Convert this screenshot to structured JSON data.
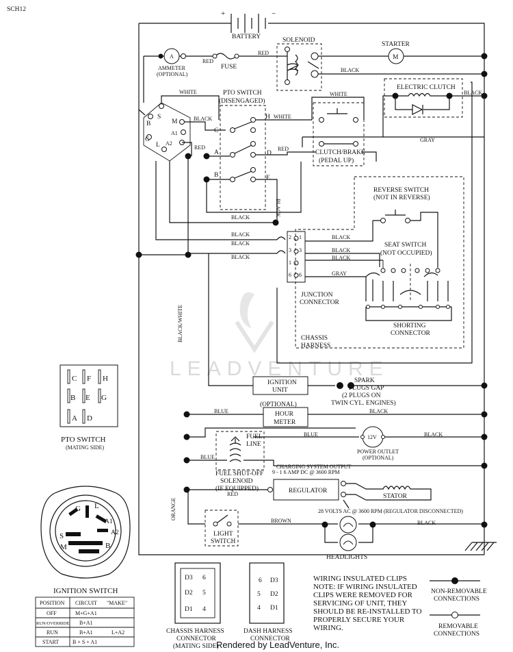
{
  "doc_id": "SCH12",
  "components": {
    "battery": "BATTERY",
    "battery_plus": "+",
    "battery_minus": "−",
    "solenoid": "SOLENOID",
    "starter": "STARTER",
    "starter_symbol": "M",
    "ammeter": "AMMETER",
    "ammeter_optional": "(OPTIONAL)",
    "ammeter_symbol": "A",
    "fuse": "FUSE",
    "electric_clutch": "ELECTRIC CLUTCH",
    "pto_switch": "PTO SWITCH",
    "pto_switch_state": "(DISENGAGED)",
    "clutch_brake": "CLUTCH/BRAKE",
    "clutch_brake_state": "(PEDAL UP)",
    "reverse_switch": "REVERSE SWITCH",
    "reverse_switch_state": "(NOT IN REVERSE)",
    "seat_switch": "SEAT SWITCH",
    "seat_switch_state": "(NOT OCCUPIED)",
    "junction_connector_1": "JUNCTION",
    "junction_connector_2": "CONNECTOR",
    "shorting_connector_1": "SHORTING",
    "shorting_connector_2": "CONNECTOR",
    "chassis_harness_1": "CHASSIS",
    "chassis_harness_2": "HARNESS",
    "ignition_unit_1": "IGNITION",
    "ignition_unit_2": "UNIT",
    "spark_plugs_1": "SPARK",
    "spark_plugs_2": "PLUGS GAP",
    "spark_plugs_3": "(2 PLUGS ON",
    "spark_plugs_4": "TWIN CYL. ENGINES)",
    "hour_meter_optional": "(OPTIONAL)",
    "hour_meter_1": "HOUR",
    "hour_meter_2": "METER",
    "fuel_line_1": "FUEL",
    "fuel_line_2": "LINE",
    "power_outlet_symbol": "12V",
    "power_outlet": "POWER OUTLET",
    "power_outlet_optional": "(OPTIONAL)",
    "fuel_shutoff_1": "FUEL SHUT-OFF",
    "fuel_shutoff_2": "SOLENOID",
    "fuel_shutoff_3": "(IF EQUIPPED)",
    "charging_output_1": "CHARGING SYSTEM OUTPUT",
    "charging_output_2": "9 - 1 6 AMP DC @ 3600 RPM",
    "regulator": "REGULATOR",
    "stator": "STATOR",
    "ac_note": "28 VOLTS AC @ 3600 RPM (REGULATOR DISCONNECTED)",
    "light_switch_1": "LIGHT",
    "light_switch_2": "SWITCH",
    "headlights": "HEADLIGHTS"
  },
  "wire_colors": {
    "red": "RED",
    "black": "BLACK",
    "white": "WHITE",
    "gray": "GRAY",
    "blue": "BLUE",
    "brown": "BROWN",
    "orange": "ORANGE",
    "black_white": "BLACK/WHITE"
  },
  "terminals": {
    "ign_s": "S",
    "ign_b": "B",
    "ign_g": "G",
    "ign_l": "L",
    "ign_m": "M",
    "ign_a1": "A1",
    "ign_a2": "A2",
    "pto_c": "C",
    "pto_h": "H",
    "pto_a": "A",
    "pto_d": "D",
    "pto_b": "B",
    "pto_e": "E",
    "jc_2": "2",
    "jc_3": "3",
    "jc_1": "1",
    "jc_6": "6",
    "jc_1b": "1",
    "jc_3b": "3",
    "jc_6b": "6"
  },
  "pto_mating": {
    "title": "PTO SWITCH",
    "subtitle": "(MATING SIDE)",
    "pins": [
      "C",
      "F",
      "H",
      "B",
      "E",
      "G",
      "A",
      "D"
    ]
  },
  "ignition_switch": {
    "title": "IGNITION SWITCH",
    "pins": [
      "G",
      "L",
      "A1",
      "A2",
      "S",
      "B",
      "M"
    ],
    "table_headers": [
      "POSITION",
      "CIRCUIT",
      "\"MAKE\""
    ],
    "rows": [
      {
        "position": "OFF",
        "circuit": "M+G+A1",
        "extra": ""
      },
      {
        "position": "RUN/OVERRIDE",
        "circuit": "B+A1",
        "extra": ""
      },
      {
        "position": "RUN",
        "circuit": "B+A1",
        "extra": "L+A2"
      },
      {
        "position": "START",
        "circuit": "B + S + A1",
        "extra": ""
      }
    ]
  },
  "connectors": {
    "chassis_1": "CHASSIS HARNESS",
    "chassis_2": "CONNECTOR",
    "chassis_3": "(MATING SIDE)",
    "chassis_pins": [
      "D3",
      "6",
      "D2",
      "5",
      "D1",
      "4"
    ],
    "dash_1": "DASH HARNESS",
    "dash_2": "CONNECTOR",
    "dash_pins": [
      "6",
      "D3",
      "5",
      "D2",
      "4",
      "D1"
    ]
  },
  "notes": {
    "clips_title": "WIRING INSULATED CLIPS",
    "clips_lines": [
      "NOTE: IF WIRING INSULATED",
      "CLIPS WERE REMOVED FOR",
      "SERVICING OF UNIT, THEY",
      "SHOULD BE RE-INSTALLED TO",
      "PROPERLY SECURE YOUR",
      "WIRING."
    ]
  },
  "legend": {
    "non_removable_1": "NON-REMOVABLE",
    "non_removable_2": "CONNECTIONS",
    "removable_1": "REMOVABLE",
    "removable_2": "CONNECTIONS"
  },
  "watermark": "LEADVENTURE",
  "footer": "Rendered by LeadVenture, Inc."
}
